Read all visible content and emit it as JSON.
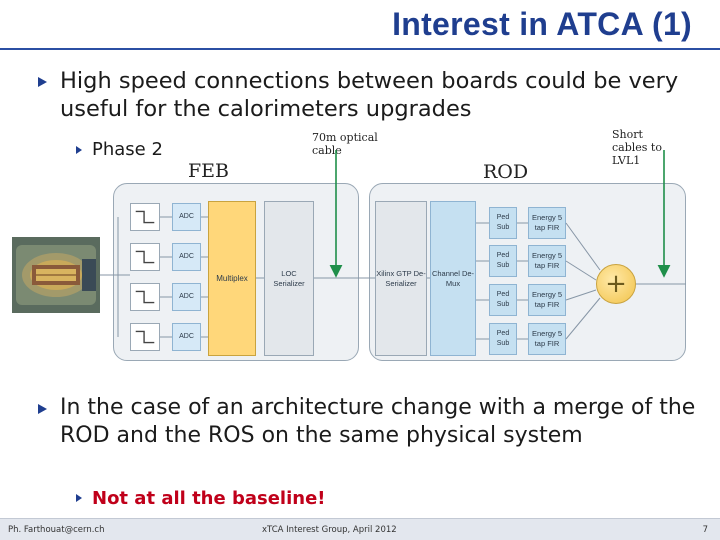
{
  "slide": {
    "title": "Interest in ATCA (1)",
    "bullet1": "High speed connections between boards could be very useful for the calorimeters upgrades",
    "sub1": "Phase 2",
    "bullet2": "In the case of an architecture change with a merge of the ROD and the ROS on the same physical system",
    "sub2": "Not at all the baseline!"
  },
  "diagram": {
    "feb_label": "FEB",
    "rod_label": "ROD",
    "optical_label": "70m optical cable",
    "short_cables_label": "Short cables to LVL1",
    "adc_label": "ADC",
    "mux_label": "Multiplex",
    "glink_label": "LOC Serializer",
    "xilinx_label": "Xilinx GTP De-Serializer",
    "channel_label": "Channel De-Mux",
    "ped_label": "Ped Sub",
    "fir_label": "Energy 5 tap FIR",
    "sum_symbol": "+"
  },
  "footer": {
    "author": "Ph. Farthouat@cern.ch",
    "event": "xTCA Interest Group, April 2012",
    "page": "7"
  },
  "colors": {
    "title": "#1f3e8f",
    "accent_red": "#c0001a",
    "arrow_green": "#1f8f4a"
  }
}
